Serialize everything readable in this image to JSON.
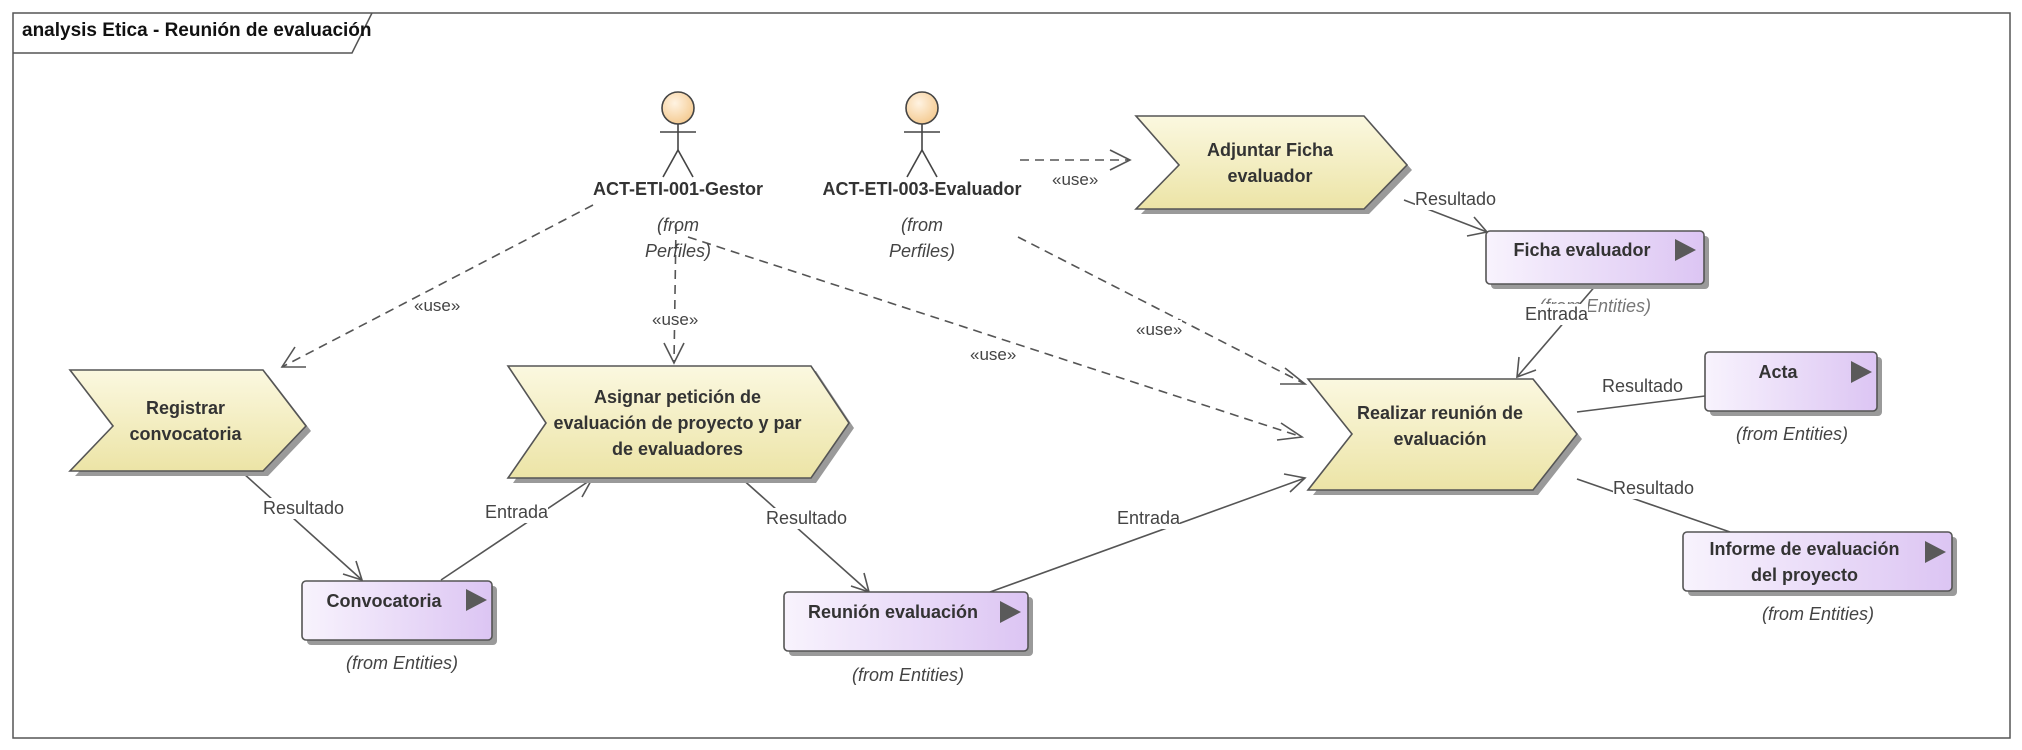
{
  "frame": {
    "title": "analysis Etica - Reunión de evaluación"
  },
  "actors": {
    "gestor": {
      "name": "ACT-ETI-001-Gestor",
      "from_line1": "(from",
      "from_line2": "Perfiles)"
    },
    "evaluador": {
      "name": "ACT-ETI-003-Evaluador",
      "from_line1": "(from",
      "from_line2": "Perfiles)"
    }
  },
  "processes": {
    "registrar": {
      "line1": "Registrar",
      "line2": "convocatoria"
    },
    "asignar": {
      "line1": "Asignar petición de",
      "line2": "evaluación de proyecto y par",
      "line3": "de evaluadores"
    },
    "adjuntar": {
      "line1": "Adjuntar Ficha",
      "line2": "evaluador"
    },
    "realizar": {
      "line1": "Realizar reunión de",
      "line2": "evaluación"
    }
  },
  "entities": {
    "convocatoria": {
      "label": "Convocatoria",
      "from": "(from Entities)"
    },
    "reunion": {
      "label": "Reunión evaluación",
      "from": "(from Entities)"
    },
    "ficha": {
      "label": "Ficha evaluador",
      "from": "(from Entities)"
    },
    "acta": {
      "label": "Acta",
      "from": "(from Entities)"
    },
    "informe": {
      "line1": "Informe de evaluación",
      "line2": "del proyecto",
      "from": "(from Entities)"
    }
  },
  "connector_labels": {
    "use": "«use»",
    "resultado": "Resultado",
    "entrada": "Entrada"
  },
  "colors": {
    "process_fill_light": "#fbf8e0",
    "process_fill_dark": "#ece4a6",
    "entity_fill_light": "#f6effc",
    "entity_fill_dark": "#ddc6f2",
    "stroke": "#555555",
    "shadow": "#9a9a9a",
    "actor_head": "#f9d7a7"
  }
}
